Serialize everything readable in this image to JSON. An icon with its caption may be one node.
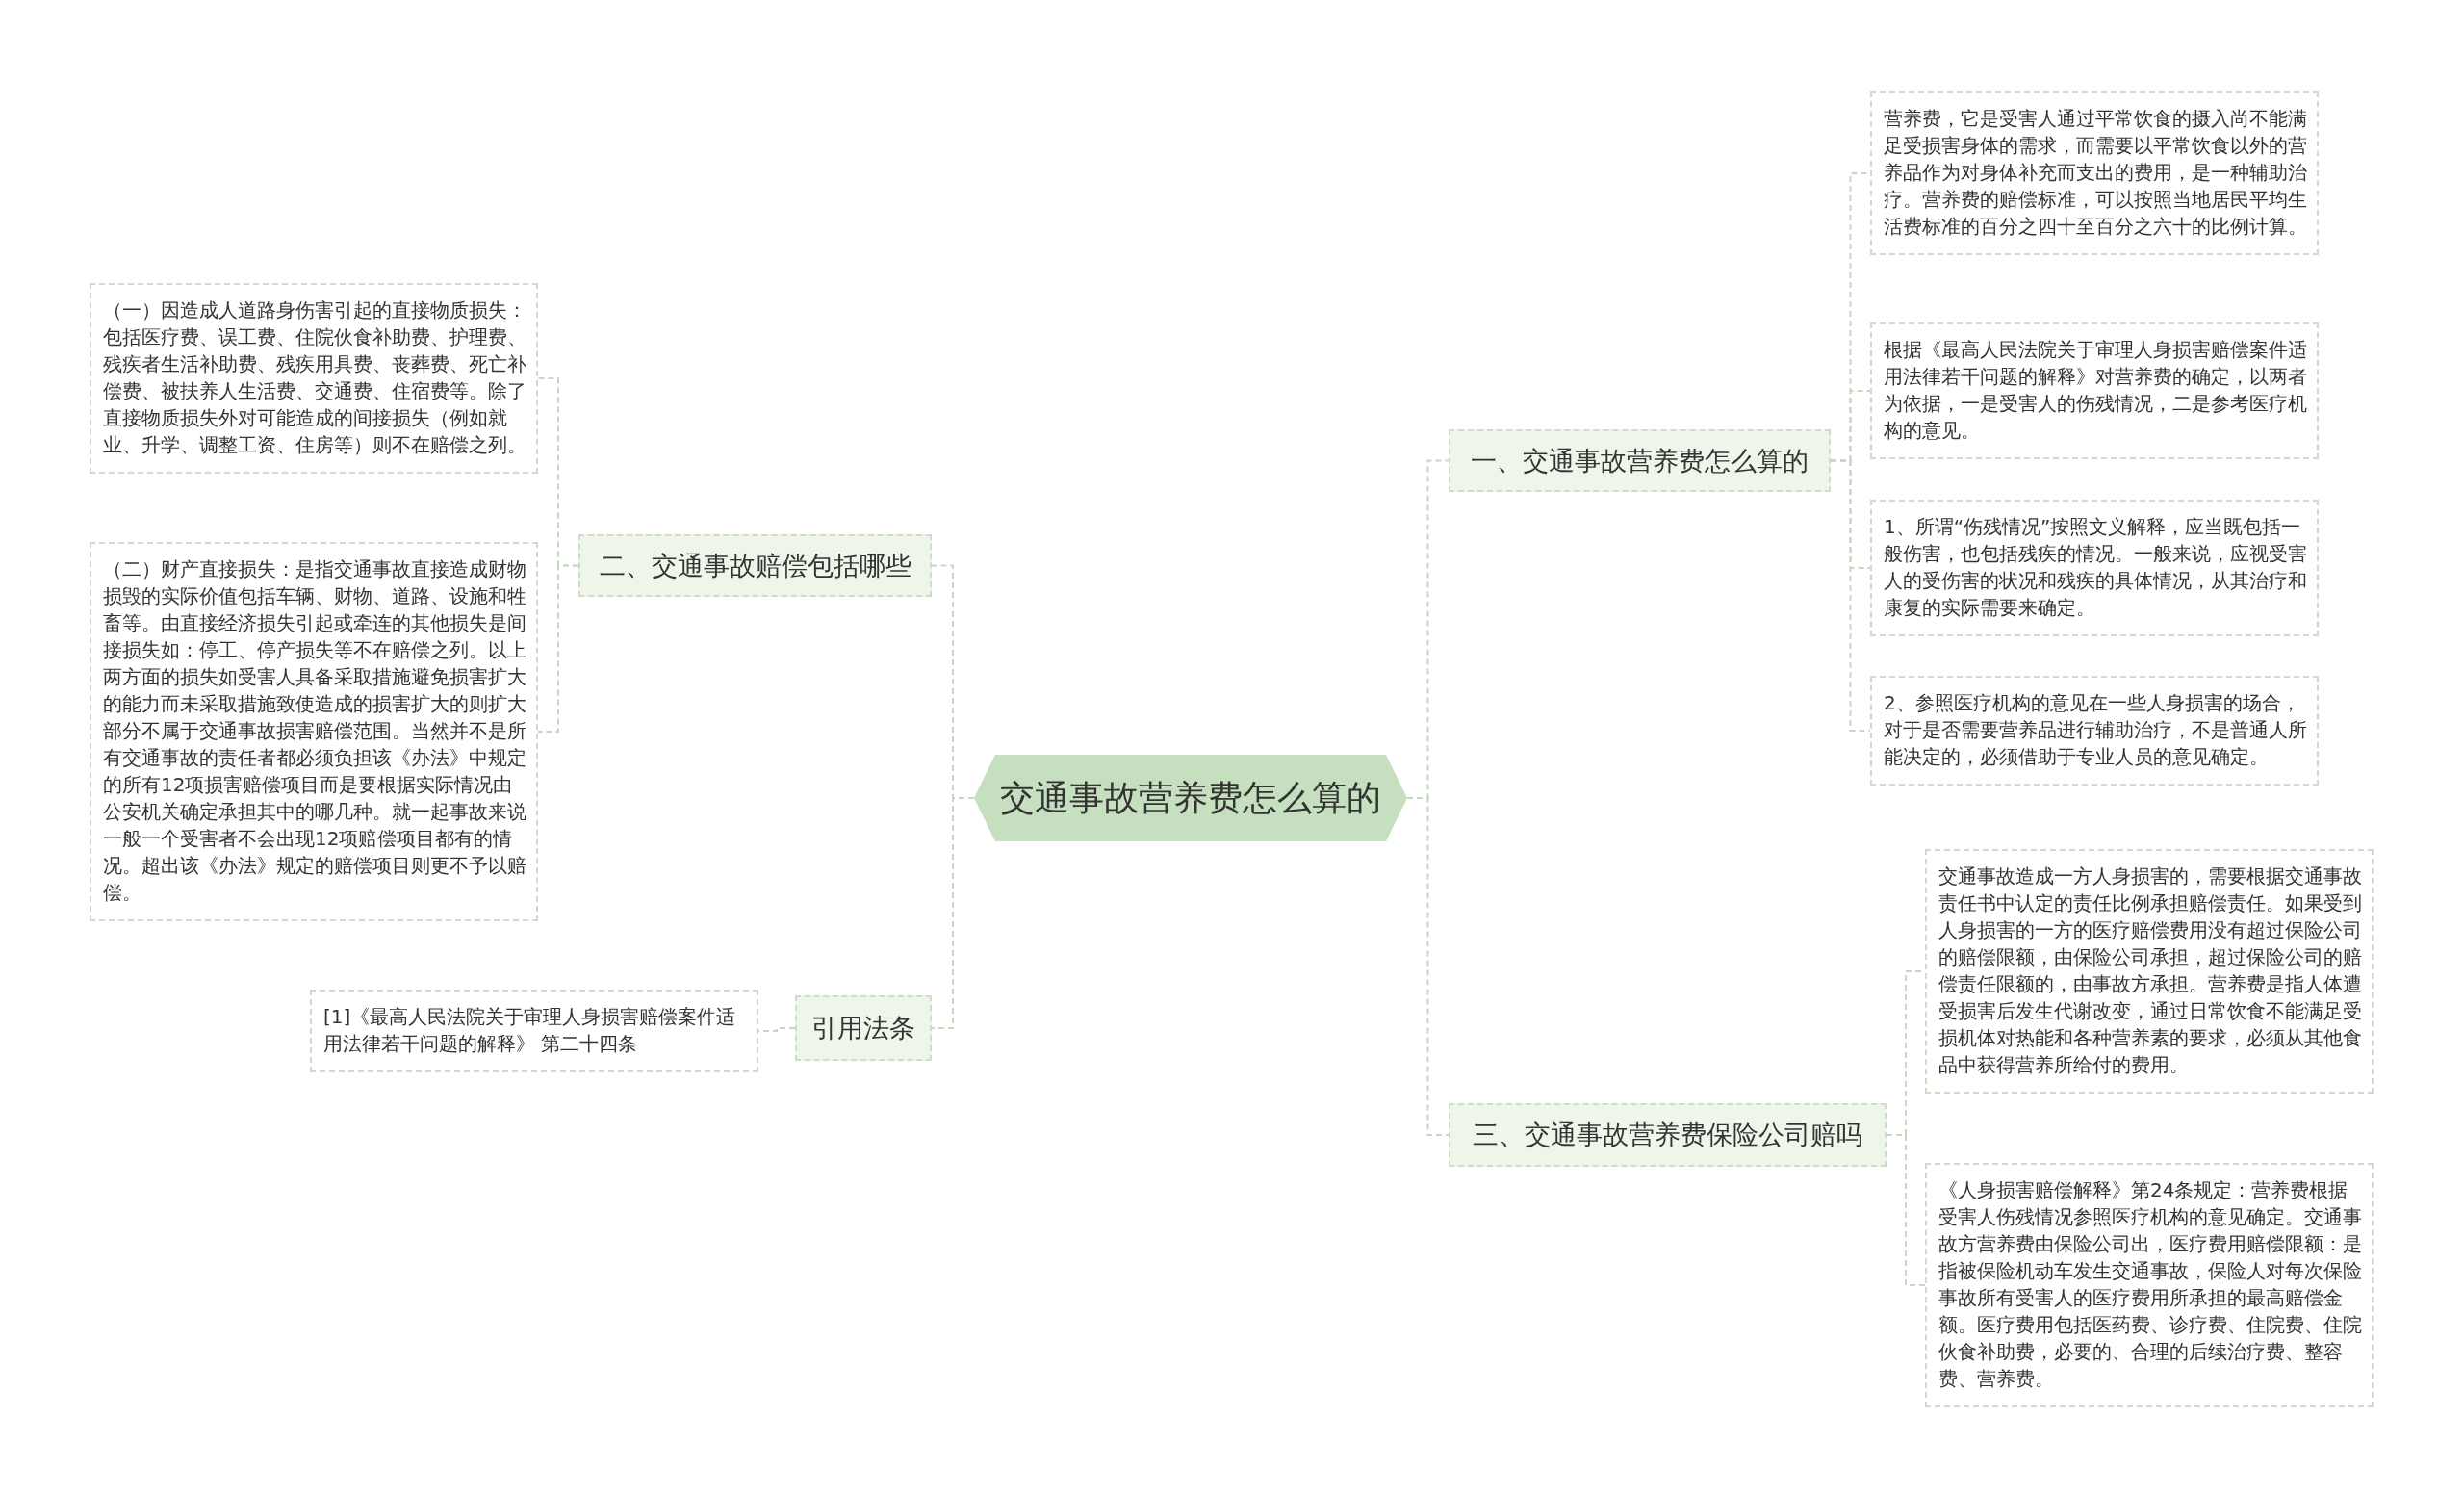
{
  "diagram": {
    "nodes": [
      {
        "text": [
          "交通事故营养费怎么算的"
        ]
      },
      {
        "text": [
          "一、交通事故营养费怎么算的"
        ]
      },
      {
        "text": [
          "营养费，它是受害人通过平常饮食的摄入尚不能满足受损害身体的需求，而需要以平常饮食以外的营养品作为对身体补充而支出的费用，是一种辅助治疗。营养费的赔偿标准，可以按照当地居民平均生活费标准的百分之四十至百分之六十的比例计算。"
        ]
      },
      {
        "text": [
          "根据《最高人民法院关于审理人身损害赔偿案件适用法律若干问题的解释》对营养费的确定，以两者为依据，一是受害人的伤残情况，二是参考医疗机构的意见。"
        ]
      },
      {
        "text": [
          "1、所谓“伤残情况”按照文义解释，应当既包括一般伤害，也包括残疾的情况。一般来说，应视受害人的受伤害的状况和残疾的具体情况，从其治疗和康复的实际需要来确定。"
        ]
      },
      {
        "text": [
          "2、参照医疗机构的意见在一些人身损害的场合，对于是否需要营养品进行辅助治疗，不是普通人所能决定的，必须借助于专业人员的意见确定。"
        ]
      },
      {
        "text": [
          "三、交通事故营养费保险公司赔吗"
        ]
      },
      {
        "text": [
          "交通事故造成一方人身损害的，需要根据交通事故责任书中认定的责任比例承担赔偿责任。如果受到人身损害的一方的医疗赔偿费用没有超过保险公司的赔偿限额，由保险公司承担，超过保险公司的赔偿责任限额的，由事故方承担。营养费是指人体遭受损害后发生代谢改变，通过日常饮食不能满足受损机体对热能和各种营养素的要求，必须从其他食品中获得营养所给付的费用。"
        ]
      },
      {
        "text": [
          "《人身损害赔偿解释》第24条规定：营养费根据受害人伤残情况参照医疗机构的意见确定。交通事故方营养费由保险公司出，医疗费用赔偿限额：是指被保险机动车发生交通事故，保险人对每次保险事故所有受害人的医疗费用所承担的最高赔偿金额。医疗费用包括医药费、诊疗费、住院费、住院伙食补助费，必要的、合理的后续治疗费、整容费、营养费。"
        ]
      },
      {
        "text": [
          "二、交通事故赔偿包括哪些"
        ]
      },
      {
        "text": [
          "（一）因造成人道路身伤害引起的直接物质损失：包括医疗费、误工费、住院伙食补助费、护理费、残疾者生活补助费、残疾用具费、丧葬费、死亡补偿费、被扶养人生活费、交通费、住宿费等。除了直接物质损失外对可能造成的间接损失（例如就业、升学、调整工资、住房等）则不在赔偿之列。"
        ]
      },
      {
        "text": [
          "（二）财产直接损失：是指交通事故直接造成财物损毁的实际价值包括车辆、财物、道路、设施和牲畜等。由直接经济损失引起或牵连的其他损失是间接损失如：停工、停产损失等不在赔偿之列。以上两方面的损失如受害人具备采取措施避免损害扩大的能力而未采取措施致使造成的损害扩大的则扩大部分不属于交通事故损害赔偿范围。当然并不是所有交通事故的责任者都必须负担该《办法》中规定的所有12项损害赔偿项目而是要根据实际情况由公安机关确定承担其中的哪几种。就一起事故来说一般一个受害者不会出现12项赔偿项目都有的情况。超出该《办法》规定的赔偿项目则更不予以赔偿。"
        ]
      },
      {
        "text": [
          "引用法条"
        ]
      },
      {
        "text": [
          "[1]《最高人民法院关于审理人身损害赔偿案件适用法律若干问题的解释》 第二十四条"
        ]
      }
    ],
    "edges": [
      {
        "from": 0,
        "to": 1,
        "arrow": "none"
      },
      {
        "from": 1,
        "to": 2,
        "arrow": "none"
      },
      {
        "from": 1,
        "to": 3,
        "arrow": "none"
      },
      {
        "from": 1,
        "to": 4,
        "arrow": "none"
      },
      {
        "from": 1,
        "to": 5,
        "arrow": "none"
      },
      {
        "from": 0,
        "to": 6,
        "arrow": "none"
      },
      {
        "from": 6,
        "to": 7,
        "arrow": "none"
      },
      {
        "from": 6,
        "to": 8,
        "arrow": "none"
      },
      {
        "from": 0,
        "to": 9,
        "arrow": "none"
      },
      {
        "from": 9,
        "to": 10,
        "arrow": "none"
      },
      {
        "from": 9,
        "to": 11,
        "arrow": "none"
      },
      {
        "from": 0,
        "to": 12,
        "arrow": "none"
      },
      {
        "from": 12,
        "to": 13,
        "arrow": "none"
      }
    ]
  }
}
